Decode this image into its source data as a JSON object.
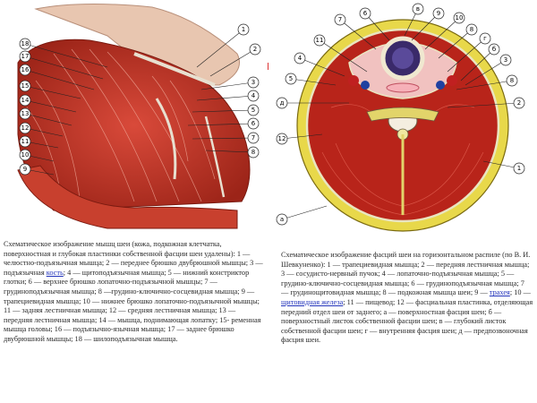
{
  "left_figure": {
    "labels": [
      "1",
      "2",
      "3",
      "4",
      "5",
      "6",
      "7",
      "8",
      "9",
      "10",
      "11",
      "12",
      "13",
      "14",
      "15",
      "16",
      "17",
      "18"
    ]
  },
  "right_figure": {
    "labels": [
      "1",
      "2",
      "3",
      "4",
      "5",
      "6",
      "7",
      "8",
      "9",
      "10",
      "11",
      "12",
      "д",
      "в",
      "г",
      "б",
      "а"
    ]
  },
  "left_caption": {
    "text_before": "Схематическое изображение мышц шеи (кожа, подкожная клетчатка, поверхностная и глубокая пластинки собственной фасции шеи удалены): 1 — челюстно-подъязычная мышца; 2 — переднее брюшко двубрюшной мышцы; 3 — подъязычная ",
    "link_text": "кость",
    "text_after": "; 4 — щитоподъязычная мышца; 5 — нижний констриктор глотки; 6 — верхнее брюшко лопаточно-подъязычной мышцы; 7 — грудиноподъязычная мышца; 8 —грудино-ключично-сосцевидная мышца; 9 — трапециевидная мышца; 10 — нижнее брюшко лопаточно-подъязычной мышцы; 11 — задняя лестничная мышца; 12 — средняя лестничная мышца; 13 — передняя лестничная мышца; 14 — мышца, поднимающая лопатку; 15- ременная мышца головы; 16 — подъязычно-язычная мышца; 17 — заднее брюшко двубрюшной мышцы; 18 — шилоподъязычная мышца."
  },
  "right_caption": {
    "text_before": "Схематическое изображение фасций шеи на горизонтальном распиле (по В. И. Шевкуненко): 1 — трапециевидная мышца; 2 — передняя лестничная мышца; 3 — сосудисто-нервный пучок; 4 — лопаточно-подъязычная мышца; 5 — грудино-ключично-сосцевидная мышца; 6 — грудиноподъязычная мышца; 7 — грудинощитовидная мышца; 8 — подкожная мышца шеи; 9 — ",
    "link1_text": "трахея",
    "text_middle": "; 10 — ",
    "link2_text": "щитовидная железа",
    "text_after": "; 11 — пищевод; 12 — фасциальная пластинка, отделяющая передний отдел шеи от заднего; а — поверхностная фасция шеи; б — поверхностный листок собственной фасции шеи; в — глубокий листок собственной фасции шеи; г — внутренняя фасция шеи; д — предпозвоночная фасция шеи.",
    "link_color": "#2233bb"
  }
}
